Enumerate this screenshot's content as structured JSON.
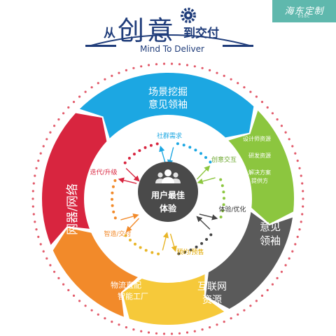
{
  "brand": {
    "logo_text": "海东定制",
    "logo_sub": "DSBC"
  },
  "title": {
    "prefix": "从",
    "big1": "创",
    "big2": "意",
    "suffix": "到交付",
    "subtitle": "Mind To Deliver"
  },
  "center": {
    "line1": "用户最佳",
    "line2": "体验"
  },
  "outer_segments": [
    {
      "id": "top",
      "color": "#1ca7e2",
      "lines": [
        "场景挖掘",
        "意见领袖"
      ]
    },
    {
      "id": "right-top",
      "color": "#8cc63f",
      "lines": [
        "设计师资源",
        "研发资源",
        "解决方案",
        "提供方"
      ]
    },
    {
      "id": "right",
      "color": "#5a5a5a",
      "lines": [
        "意见",
        "领袖"
      ]
    },
    {
      "id": "bottom-right",
      "color": "#f6c93a",
      "lines": [
        "互联网",
        "资源"
      ]
    },
    {
      "id": "bottom-left",
      "color": "#f28a2a",
      "lines": [
        "物流直配",
        "智能工厂"
      ]
    },
    {
      "id": "left",
      "color": "#d8253f",
      "lines": [
        "网器/网络"
      ]
    }
  ],
  "inner_nodes": [
    {
      "label": "社群需求",
      "color": "#1ca7e2"
    },
    {
      "label": "创意交互",
      "color": "#8cc63f"
    },
    {
      "label": "体验/优化",
      "color": "#444444"
    },
    {
      "label": "预约/预售",
      "color": "#e8b526"
    },
    {
      "label": "智造/交付",
      "color": "#f28a2a"
    },
    {
      "label": "迭代/升级",
      "color": "#d8253f"
    }
  ],
  "colors": {
    "title_blue": "#1f3c7a",
    "center_gray": "#4a4a4a",
    "dots": "#e25a6a"
  }
}
